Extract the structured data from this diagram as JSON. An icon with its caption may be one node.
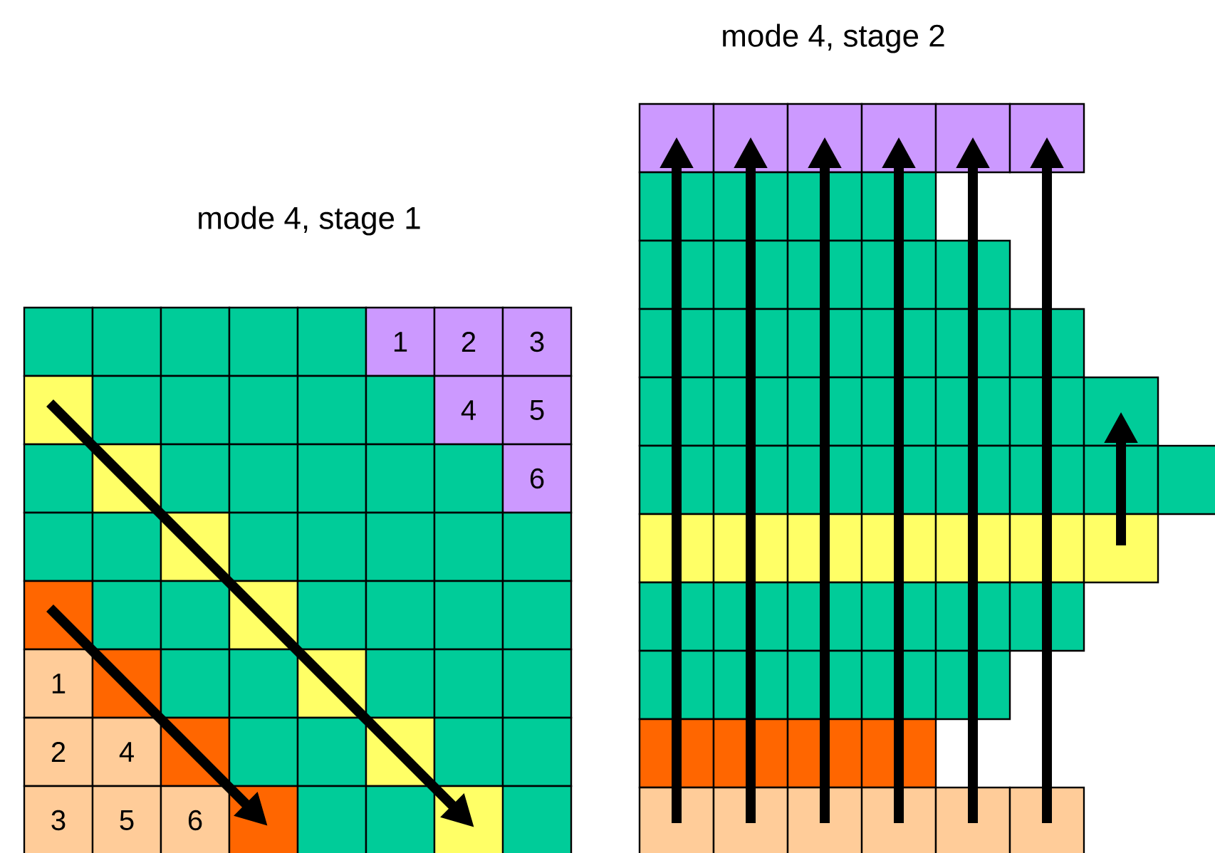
{
  "diagram": {
    "labels": [
      "mode 4, stage 2",
      "mode 4, stage 1",
      "1",
      "2",
      "3",
      "4",
      "5",
      "6",
      "1",
      "2",
      "4",
      "3",
      "5",
      "6"
    ]
  }
}
